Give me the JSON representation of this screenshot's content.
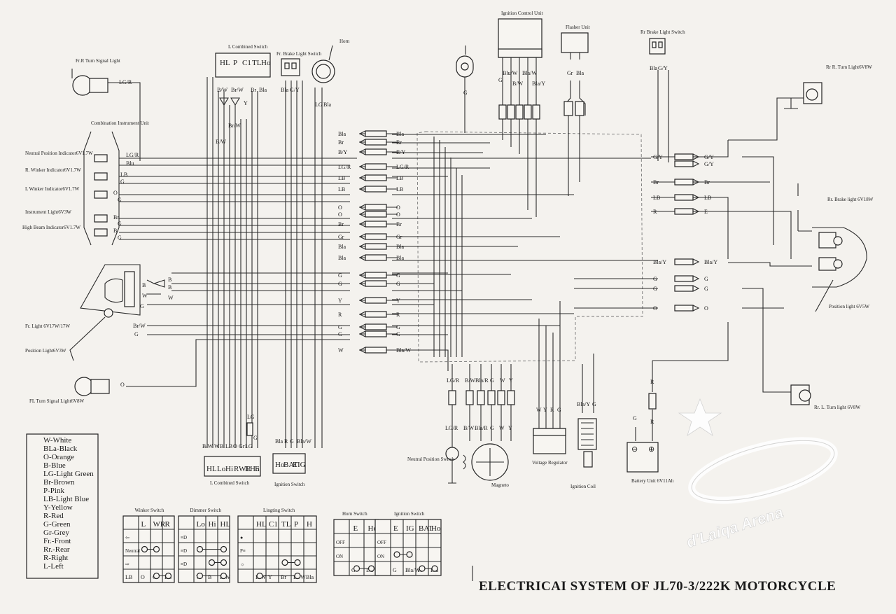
{
  "title": "ELECTRICAI SYSTEM OF JL70-3/222K MOTORCYCLE",
  "watermark": "d'Laiqa Arena",
  "components": {
    "fr_r_turn": "Fr.R Turn Signal Light",
    "instrument": "Combination Instrument Unit",
    "neutral_ind": "Neutral Position Indicator6V1.7W",
    "r_winker_ind": "R. Winker Indicator6V1.7W",
    "l_winker_ind": "L Winker Indicator6V1.7W",
    "instrument_light": "Instrument Light6V3W",
    "high_beam_ind": "High Beam Indicator6V1.7W",
    "fr_light": "Fr. Light 6V17W/17W",
    "position_light_f": "Position Light6V3W",
    "fl_turn": "FL Turn Signal Light6V8W",
    "l_combined_switch_top": "L Combined Switch",
    "fr_brake_switch": "Fr. Brake Light Switch",
    "horn": "Horn",
    "icu": "Ignition Control Unit",
    "flasher": "Flasher Unit",
    "rr_brake_switch": "Rr Brake Light Switch",
    "rr_r_turn": "Rr R. Turn Light6V8W",
    "rr_brake_light": "Rr. Brake light 6V18W",
    "position_light_r": "Position light 6V5W",
    "rr_l_turn": "Rr. L. Turn light 6V8W",
    "neutral_switch": "Neutral Position Switch",
    "magneto": "Magneto",
    "voltage_regulator": "Voltage Regulator",
    "ignition_coil": "Ignition Coil",
    "battery": "Battery Unit 6V11Ah",
    "l_combined_switch_bottom": "L Combined Switch",
    "ignition_switch": "Ignition Switch"
  },
  "top_switch_terms": [
    "HL",
    "P",
    "C1",
    "TL",
    "Ho"
  ],
  "bottom_lswitch_terms": [
    "HL",
    "Lo",
    "Hi",
    "R",
    "WR",
    "L",
    "Ho",
    "E"
  ],
  "ign_switch_terms": [
    "Ho",
    "BAT",
    "E",
    "IG"
  ],
  "instrument_wires": [
    [
      "LG/R",
      "Blu"
    ],
    [
      "LB",
      "G"
    ],
    [
      "O",
      "G"
    ],
    [
      "Br",
      "G"
    ],
    [
      "B",
      "G"
    ]
  ],
  "connectors_left": [
    "Bla",
    "Br",
    "B/Y",
    "LG/R",
    "LB",
    "LB",
    "O",
    "O",
    "Br",
    "Gr",
    "Bla",
    "Bla",
    "G",
    "G",
    "Y",
    "R",
    "G",
    "G",
    "W"
  ],
  "connectors_right": [
    "Bla",
    "Br",
    "B/Y",
    "LG/R",
    "LB",
    "LB",
    "O",
    "O",
    "Br",
    "Gr",
    "Bla",
    "Bla",
    "G",
    "G",
    "Y",
    "R",
    "G",
    "G",
    "Bla/W"
  ],
  "rear_connectors": [
    [
      "G/Y",
      "G/Y"
    ],
    [
      "",
      "G/Y"
    ],
    [
      "Br",
      "Br"
    ],
    [
      "LB",
      "LB"
    ],
    [
      "R",
      "E"
    ],
    [
      "Bla/Y",
      "Bla/Y"
    ],
    [
      "G",
      "G"
    ],
    [
      "G",
      "G"
    ],
    [
      "O",
      "O"
    ]
  ],
  "magneto_wires": [
    "LG/R",
    "B/W",
    "Bla/R",
    "G",
    "W",
    "Y"
  ],
  "regulator_wires": [
    "W",
    "Y",
    "R",
    "G"
  ],
  "coil_wires": [
    "Bla/Y",
    "G"
  ],
  "battery_wires": [
    "G",
    "R"
  ],
  "icu_wires": [
    "Blu/W",
    "Bla/W",
    "G",
    "B/W",
    "Bla/Y"
  ],
  "flasher_wires": [
    "Gr",
    "Bla"
  ],
  "rr_switch_wires": [
    "Bla",
    "G/Y"
  ],
  "top_switch_wires": [
    "B/W",
    "Br/W",
    "Br",
    "Bla",
    "Y",
    "Br/W",
    "B/W"
  ],
  "fr_brake_wires": [
    "Bla",
    "G/Y"
  ],
  "horn_wires": [
    "LG",
    "Bla"
  ],
  "bottom_lswitch_wires": [
    "B/W",
    "W",
    "B",
    "LB",
    "O",
    "Gr",
    "LG",
    "LG",
    "G"
  ],
  "ign_switch_wires": [
    "Bla",
    "R",
    "G",
    "Bla/W"
  ],
  "legend": [
    "W-White",
    "BLa-Black",
    "O-Orange",
    "B-Blue",
    "LG-Light Green",
    "Br-Brown",
    "P-Pink",
    "LB-Light Blue",
    "Y-Yellow",
    "R-Red",
    "G-Green",
    "Gr-Grey",
    "Fr.-Front",
    "Rr.-Rear",
    "R-Right",
    "L-Left"
  ],
  "tables": {
    "winker": {
      "title": "Winker Switch",
      "header": [
        "",
        "L",
        "WR",
        "R"
      ],
      "rows": [
        [
          "⇦",
          "",
          "",
          ""
        ],
        [
          "Neutral",
          "",
          "",
          ""
        ],
        [
          "⇨",
          "",
          "",
          ""
        ]
      ],
      "footer": [
        "LB",
        "O",
        "Gr",
        "LB"
      ]
    },
    "dimmer": {
      "title": "Dimmer Switch",
      "header": [
        "",
        "Lo",
        "Hi",
        "HL"
      ],
      "rows": [
        [
          "≡D",
          "",
          "",
          ""
        ],
        [
          "≡D",
          "",
          "",
          ""
        ],
        [
          "≡D",
          "",
          "",
          ""
        ]
      ],
      "footer": [
        "",
        "W",
        "B",
        "B/W"
      ]
    },
    "lighting": {
      "title": "Lingting Switch",
      "header": [
        "",
        "HL",
        "C1",
        "TL",
        "P",
        "H"
      ],
      "rows": [
        [
          "●",
          "",
          "",
          "",
          "",
          ""
        ],
        [
          "P≡",
          "",
          "",
          "",
          "",
          ""
        ],
        [
          "☼",
          "",
          "",
          "",
          "",
          ""
        ]
      ],
      "footer": [
        "",
        "B/W",
        "Y",
        "Br",
        "Br/W",
        "Bla"
      ]
    },
    "horn": {
      "title": "Horn Switch",
      "header": [
        "",
        "E",
        "Ho"
      ],
      "rows": [
        [
          "OFF",
          "",
          ""
        ],
        [
          "ON",
          "",
          ""
        ]
      ],
      "footer": [
        "",
        "G",
        "LG"
      ]
    },
    "ignition": {
      "title": "Ignition Switch",
      "header": [
        "",
        "E",
        "IG",
        "BAT",
        "Ho"
      ],
      "rows": [
        [
          "OFF",
          "",
          "",
          "",
          ""
        ],
        [
          "ON",
          "",
          "",
          "",
          ""
        ]
      ],
      "footer": [
        "",
        "G",
        "Bla/W",
        "R",
        "Bla"
      ]
    }
  }
}
